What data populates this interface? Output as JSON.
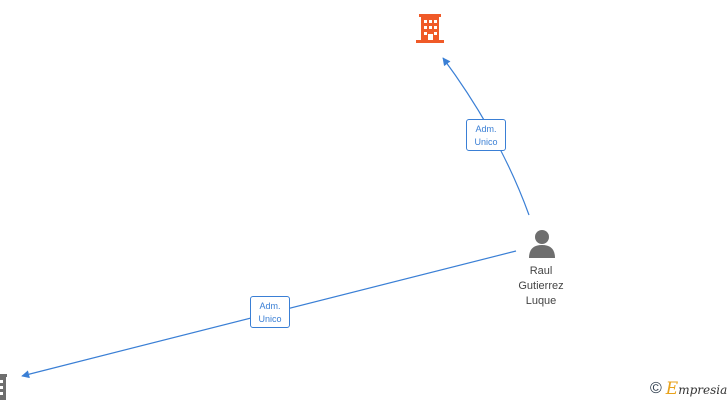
{
  "colors": {
    "edge": "#3a7fd5",
    "company_highlight": "#f05a28",
    "company_default": "#6e6e6e",
    "person": "#6e6e6e",
    "brand_accent": "#e8a21a"
  },
  "nodes": {
    "company_top": {
      "icon": "building-icon",
      "highlighted": true
    },
    "company_left": {
      "icon": "building-icon",
      "highlighted": false
    },
    "person": {
      "icon": "person-icon",
      "name_lines": [
        "Raul",
        "Gutierrez",
        "Luque"
      ]
    }
  },
  "edges": [
    {
      "from": "person",
      "to": "company_top",
      "label_lines": [
        "Adm.",
        "Unico"
      ]
    },
    {
      "from": "person",
      "to": "company_left",
      "label_lines": [
        "Adm.",
        "Unico"
      ]
    }
  ],
  "footer": {
    "copyright_symbol": "©",
    "brand_initial": "E",
    "brand_rest": "mpresia"
  }
}
